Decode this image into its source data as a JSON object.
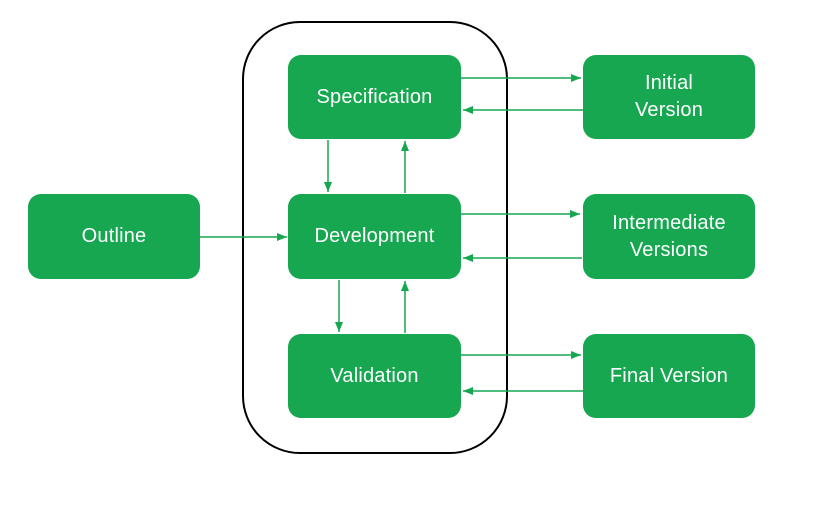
{
  "diagram": {
    "colors": {
      "background": "#ffffff",
      "node_fill": "#17a750",
      "node_text": "#ffffff",
      "arrow": "#17a750",
      "container_border": "#000000"
    },
    "nodes": {
      "outline": {
        "lines": [
          "Outline"
        ]
      },
      "specification": {
        "lines": [
          "Specification"
        ]
      },
      "development": {
        "lines": [
          "Development"
        ]
      },
      "validation": {
        "lines": [
          "Validation"
        ]
      },
      "initial_version": {
        "lines": [
          "Initial",
          "Version"
        ]
      },
      "intermediate_versions": {
        "lines": [
          "Intermediate",
          "Versions"
        ]
      },
      "final_version": {
        "lines": [
          "Final Version"
        ]
      }
    },
    "edges": [
      {
        "from": "outline",
        "to": "development"
      },
      {
        "from": "specification",
        "to": "development"
      },
      {
        "from": "development",
        "to": "specification"
      },
      {
        "from": "development",
        "to": "validation"
      },
      {
        "from": "validation",
        "to": "development"
      },
      {
        "from": "specification",
        "to": "initial_version"
      },
      {
        "from": "initial_version",
        "to": "specification"
      },
      {
        "from": "development",
        "to": "intermediate_versions"
      },
      {
        "from": "intermediate_versions",
        "to": "development"
      },
      {
        "from": "validation",
        "to": "final_version"
      },
      {
        "from": "final_version",
        "to": "validation"
      }
    ]
  }
}
